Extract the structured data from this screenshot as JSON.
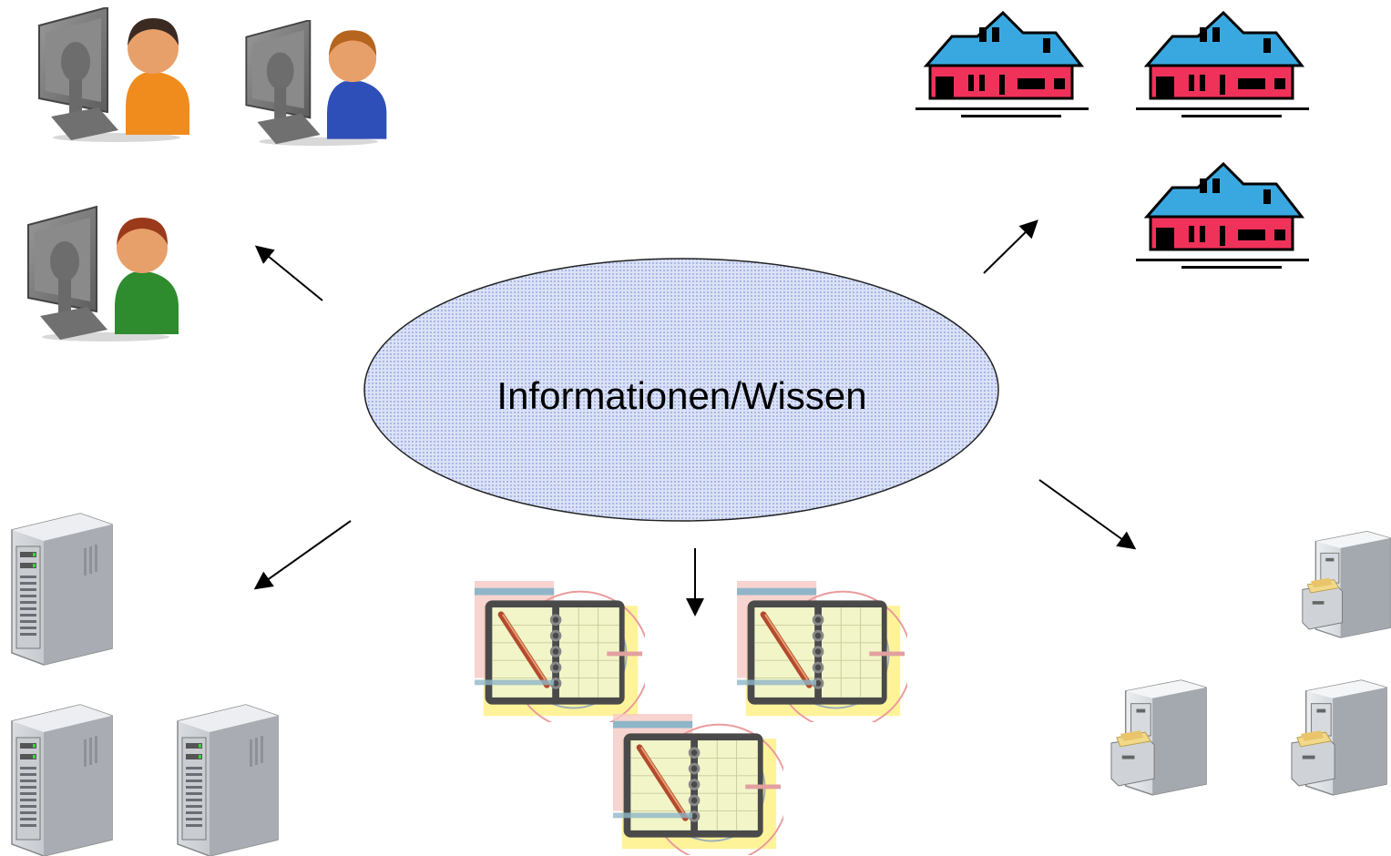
{
  "center": {
    "label": "Informationen/Wissen",
    "fill": "#cdd7f2",
    "stroke": "#222222"
  },
  "groups": [
    {
      "name": "users",
      "icon": "user-at-computer-icon",
      "count": 3
    },
    {
      "name": "houses",
      "icon": "house-icon",
      "count": 3
    },
    {
      "name": "servers",
      "icon": "server-tower-icon",
      "count": 3
    },
    {
      "name": "organizers",
      "icon": "day-planner-icon",
      "count": 3
    },
    {
      "name": "file-cabinets",
      "icon": "file-cabinet-icon",
      "count": 3
    }
  ],
  "colors": {
    "house_roof": "#3aa8e0",
    "house_wall": "#f0325a",
    "user_shirts": [
      "#f08c1e",
      "#2f4fb8",
      "#2e8b2e"
    ],
    "planner_yellow": "#fff39a",
    "server_gray": "#b8bcc2"
  }
}
